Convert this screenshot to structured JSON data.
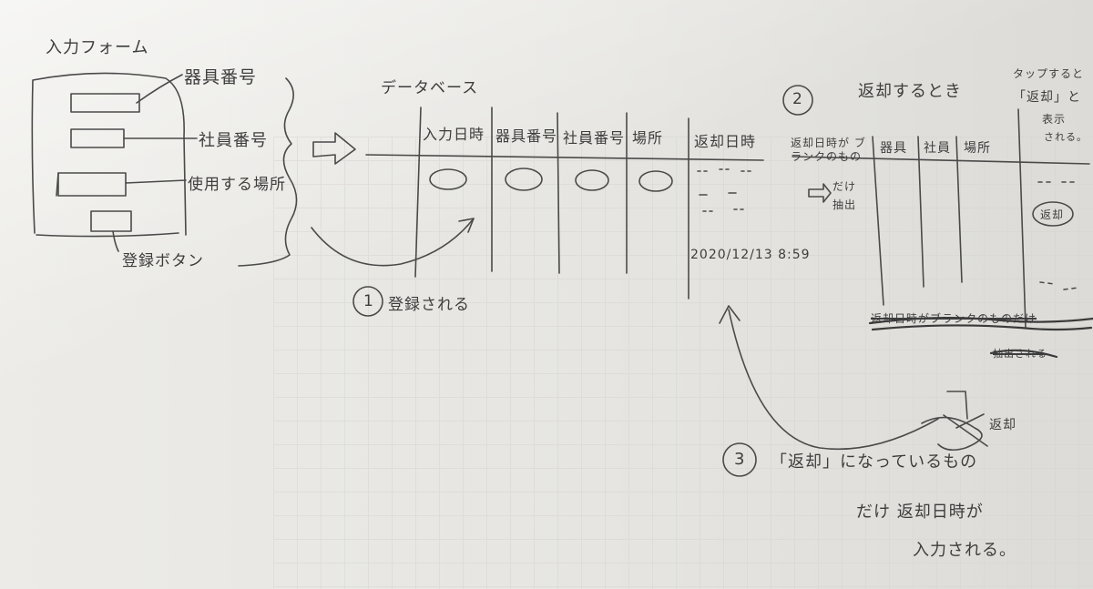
{
  "form": {
    "title": "入力フォーム",
    "field1": "器具番号",
    "field2": "社員番号",
    "field3": "使用する場所",
    "button": "登録ボタン"
  },
  "database": {
    "title": "データベース",
    "columns": [
      "入力日時",
      "器具番号",
      "社員番号",
      "場所",
      "返却日時"
    ],
    "timestamp": "2020/12/13 8:59",
    "step1": "登録される"
  },
  "return_section": {
    "step2_title": "返却するとき",
    "columns": [
      "返却日時が ブランクのもの",
      "器具",
      "社員",
      "場所"
    ],
    "note_line1": "だけ",
    "note_line2": "抽出",
    "tap_note": [
      "タップすると",
      "「返却」と",
      "表示",
      "される。"
    ],
    "return_button": "返却",
    "struck_text_1": "返却日時がブランクのものだけ",
    "struck_text_2": "抽出される"
  },
  "step3": {
    "hand_label": "返却",
    "line1": "「返却」になっているもの",
    "line2": "だけ 返却日時が",
    "line3": "入力される。"
  },
  "markers": {
    "one": "1",
    "two": "2",
    "three": "3"
  }
}
